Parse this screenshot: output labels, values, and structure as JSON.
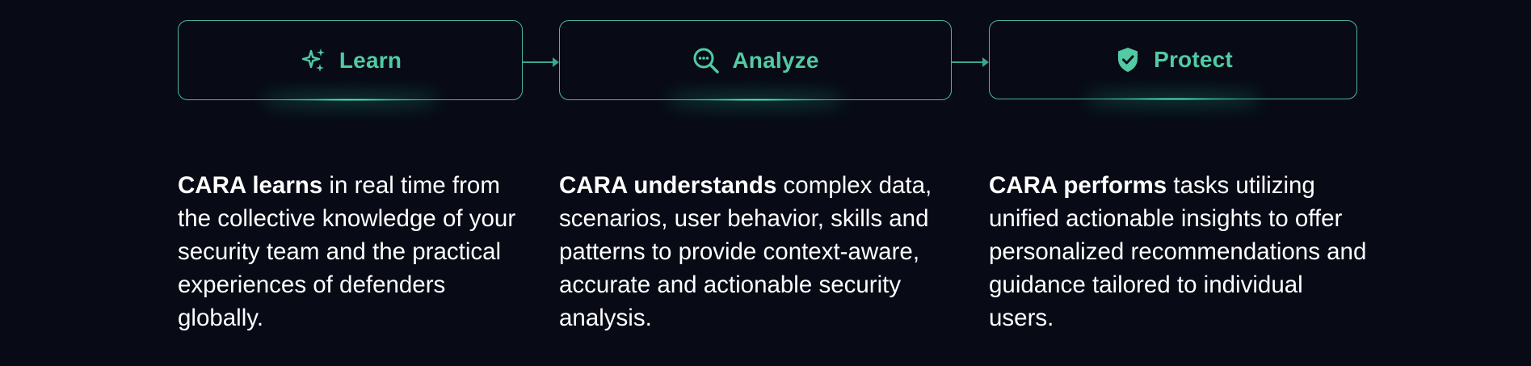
{
  "steps": [
    {
      "label": "Learn",
      "icon": "sparkles-icon",
      "description_bold": "CARA learns",
      "description_rest": " in real time from the collective knowledge of your security team and the practical experiences of defenders globally."
    },
    {
      "label": "Analyze",
      "icon": "search-analyze-icon",
      "description_bold": "CARA understands",
      "description_rest": " complex data, scenarios, user behavior, skills and patterns to provide context-aware, accurate and actionable security analysis."
    },
    {
      "label": "Protect",
      "icon": "shield-check-icon",
      "description_bold": "CARA performs",
      "description_rest": " tasks utilizing unified actionable insights to offer personalized recommendations and guidance tailored to individual users."
    }
  ],
  "colors": {
    "background": "#080b16",
    "accent": "#52caa4",
    "border": "#4fb599",
    "text": "#ffffff"
  }
}
